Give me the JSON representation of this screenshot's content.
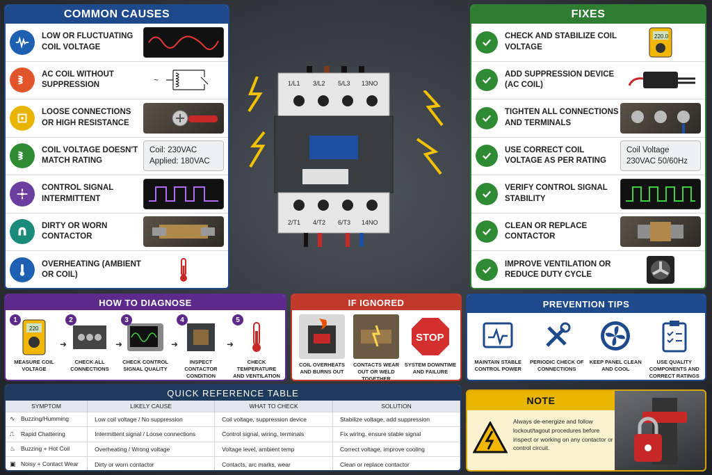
{
  "causes": {
    "title": "COMMON CAUSES",
    "items": [
      {
        "label": "LOW OR FLUCTUATING COIL VOLTAGE",
        "icon": "waveform-icon",
        "color": "#1d5fb0"
      },
      {
        "label": "AC COIL WITHOUT SUPPRESSION",
        "icon": "coil-icon",
        "color": "#e0562a"
      },
      {
        "label": "LOOSE CONNECTIONS OR HIGH RESISTANCE",
        "icon": "terminal-icon",
        "color": "#e8b400"
      },
      {
        "label": "COIL VOLTAGE DOESN'T MATCH RATING",
        "icon": "coil-icon",
        "color": "#2f8a34"
      },
      {
        "label": "CONTROL SIGNAL INTERMITTENT",
        "icon": "signal-icon",
        "color": "#6b3fa0"
      },
      {
        "label": "DIRTY OR WORN CONTACTOR",
        "icon": "magnet-icon",
        "color": "#1a8a7a"
      },
      {
        "label": "OVERHEATING (AMBIENT OR COIL)",
        "icon": "thermometer-icon",
        "color": "#1d5fb0"
      }
    ],
    "voltage_box": {
      "line1": "Coil:  230VAC",
      "line2": "Applied:  180VAC"
    }
  },
  "contactor": {
    "top_labels": [
      "1/L1",
      "3/L2",
      "5/L3",
      "13NO"
    ],
    "bottom_labels": [
      "2/T1",
      "4/T2",
      "6/T3",
      "14NO"
    ]
  },
  "fixes": {
    "title": "FIXES",
    "items": [
      {
        "label": "CHECK AND STABILIZE COIL VOLTAGE"
      },
      {
        "label": "ADD SUPPRESSION DEVICE (AC COIL)"
      },
      {
        "label": "TIGHTEN ALL CONNECTIONS AND TERMINALS"
      },
      {
        "label": "USE CORRECT COIL VOLTAGE AS PER RATING"
      },
      {
        "label": "VERIFY CONTROL SIGNAL STABILITY"
      },
      {
        "label": "CLEAN OR REPLACE CONTACTOR"
      },
      {
        "label": "IMPROVE VENTILATION OR REDUCE DUTY CYCLE"
      }
    ],
    "meter_reading": "220.0",
    "voltage_box": {
      "line1": "Coil Voltage",
      "line2": "230VAC    50/60Hz"
    }
  },
  "diagnose": {
    "title": "HOW TO DIAGNOSE",
    "meter_reading": "220",
    "steps": [
      {
        "num": "1",
        "label": "MEASURE COIL VOLTAGE"
      },
      {
        "num": "2",
        "label": "CHECK ALL CONNECTIONS"
      },
      {
        "num": "3",
        "label": "CHECK CONTROL SIGNAL QUALITY"
      },
      {
        "num": "4",
        "label": "INSPECT CONTACTOR CONDITION"
      },
      {
        "num": "5",
        "label": "CHECK TEMPERATURE AND VENTILATION"
      }
    ]
  },
  "ignored": {
    "title": "IF IGNORED",
    "items": [
      {
        "label": "COIL OVERHEATS AND BURNS OUT"
      },
      {
        "label": "CONTACTS WEAR OUT OR WELD TOGETHER"
      },
      {
        "label": "SYSTEM DOWNTIME AND FAILURE"
      }
    ],
    "stop_text": "STOP"
  },
  "prevention": {
    "title": "PREVENTION TIPS",
    "items": [
      {
        "label": "MAINTAIN STABLE CONTROL POWER"
      },
      {
        "label": "PERIODIC CHECK OF CONNECTIONS"
      },
      {
        "label": "KEEP PANEL CLEAN AND COOL"
      },
      {
        "label": "USE QUALITY COMPONENTS AND CORRECT RATINGS"
      }
    ]
  },
  "table": {
    "title": "QUICK REFERENCE TABLE",
    "headers": [
      "SYMPTOM",
      "LIKELY CAUSE",
      "WHAT TO CHECK",
      "SOLUTION"
    ],
    "rows": [
      {
        "symptom": "Buzzing/Humming",
        "cause": "Low coil voltage / No suppression",
        "check": "Coil voltage, suppression device",
        "solution": "Stabilize voltage, add suppression"
      },
      {
        "symptom": "Rapid Chattering",
        "cause": "Intermittent signal / Loose connections",
        "check": "Control signal, wiring, terminals",
        "solution": "Fix wiring, ensure stable signal"
      },
      {
        "symptom": "Buzzing + Hot Coil",
        "cause": "Overheating / Wrong voltage",
        "check": "Voltage level, ambient temp",
        "solution": "Correct voltage, improve cooling"
      },
      {
        "symptom": "Noisy + Contact Wear",
        "cause": "Dirty or worn contactor",
        "check": "Contacts, arc marks, wear",
        "solution": "Clean or replace contactor"
      }
    ]
  },
  "note": {
    "title": "NOTE",
    "text": "Always de-energize and follow lockout/tagout procedures before inspect or working on any contactor or control circuit."
  }
}
